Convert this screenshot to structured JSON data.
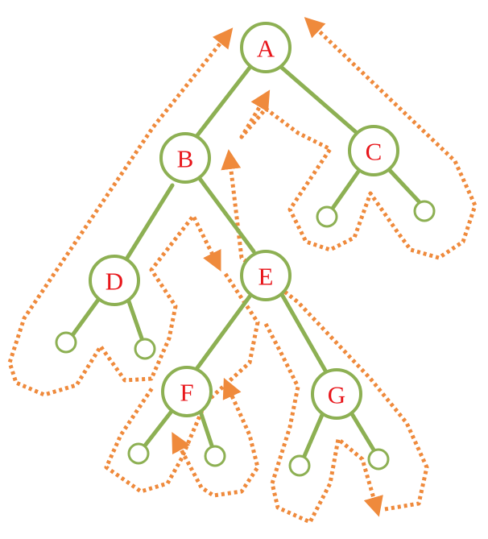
{
  "tree": {
    "nodes": [
      {
        "id": "A",
        "label": "A"
      },
      {
        "id": "B",
        "label": "B"
      },
      {
        "id": "C",
        "label": "C"
      },
      {
        "id": "D",
        "label": "D"
      },
      {
        "id": "E",
        "label": "E"
      },
      {
        "id": "F",
        "label": "F"
      },
      {
        "id": "G",
        "label": "G"
      }
    ],
    "edges": [
      [
        "A",
        "B"
      ],
      [
        "A",
        "C"
      ],
      [
        "B",
        "D"
      ],
      [
        "B",
        "E"
      ],
      [
        "E",
        "F"
      ],
      [
        "E",
        "G"
      ]
    ],
    "empty_children_of": [
      "C",
      "D",
      "F",
      "G"
    ]
  },
  "colors": {
    "node_stroke": "#8db053",
    "label": "#e8161b",
    "traversal_path": "#ef8a3c"
  }
}
